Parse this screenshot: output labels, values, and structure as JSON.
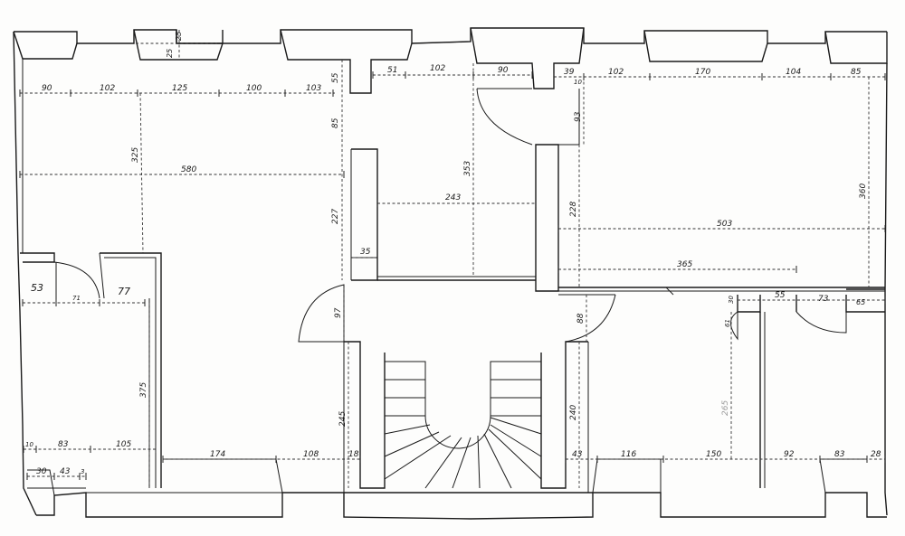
{
  "dimensions": {
    "top_left": [
      "90",
      "102",
      "125",
      "100",
      "103"
    ],
    "top_mid": [
      "51",
      "102",
      "90"
    ],
    "top_right": [
      "39",
      "102",
      "170",
      "104",
      "85"
    ],
    "top_small": [
      "10"
    ],
    "window_depth": [
      "25",
      "25"
    ],
    "vertical": {
      "v325": "325",
      "v55": "55",
      "v85": "85",
      "v227": "227",
      "v353": "353",
      "v93": "93",
      "v228": "228",
      "v360": "360",
      "v97": "97",
      "v88": "88",
      "v375": "375",
      "v245": "245",
      "v240": "240",
      "v30": "30",
      "v61": "61",
      "v265": "265"
    },
    "horizontal": {
      "h580": "580",
      "h243": "243",
      "h503": "503",
      "h365": "365",
      "h35": "35",
      "h53": "53",
      "h77": "77",
      "h71": "71",
      "h55": "55",
      "h73": "73",
      "h65": "65"
    },
    "bottom_left": [
      "10",
      "83",
      "105",
      "174",
      "108",
      "18"
    ],
    "bottom_left2": [
      "30",
      "43",
      "3"
    ],
    "bottom_right": [
      "43",
      "116",
      "150",
      "92",
      "83",
      "28"
    ]
  }
}
